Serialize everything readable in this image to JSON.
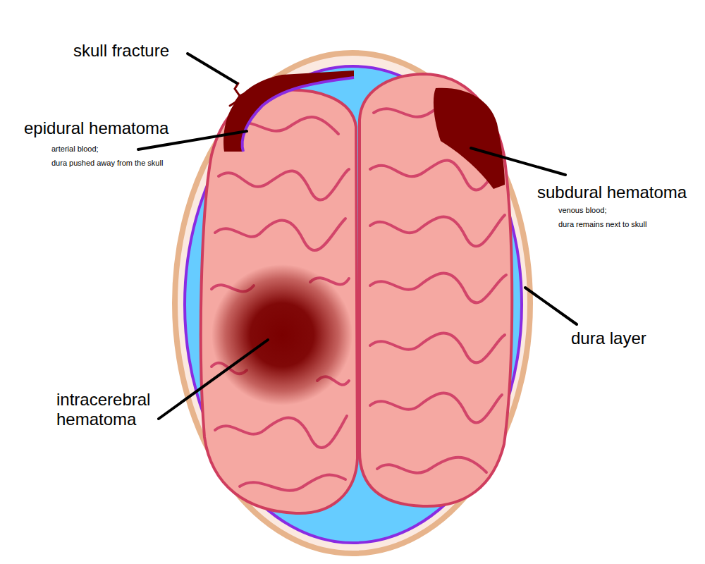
{
  "diagram": {
    "labels": [
      "skull fracture",
      "epidural hematoma",
      "arterial blood;",
      "dura pushed away from the skull",
      "subdural hematoma",
      "venous blood;",
      "dura remains next to skull",
      "dura layer",
      "intracerebral hematoma"
    ]
  }
}
